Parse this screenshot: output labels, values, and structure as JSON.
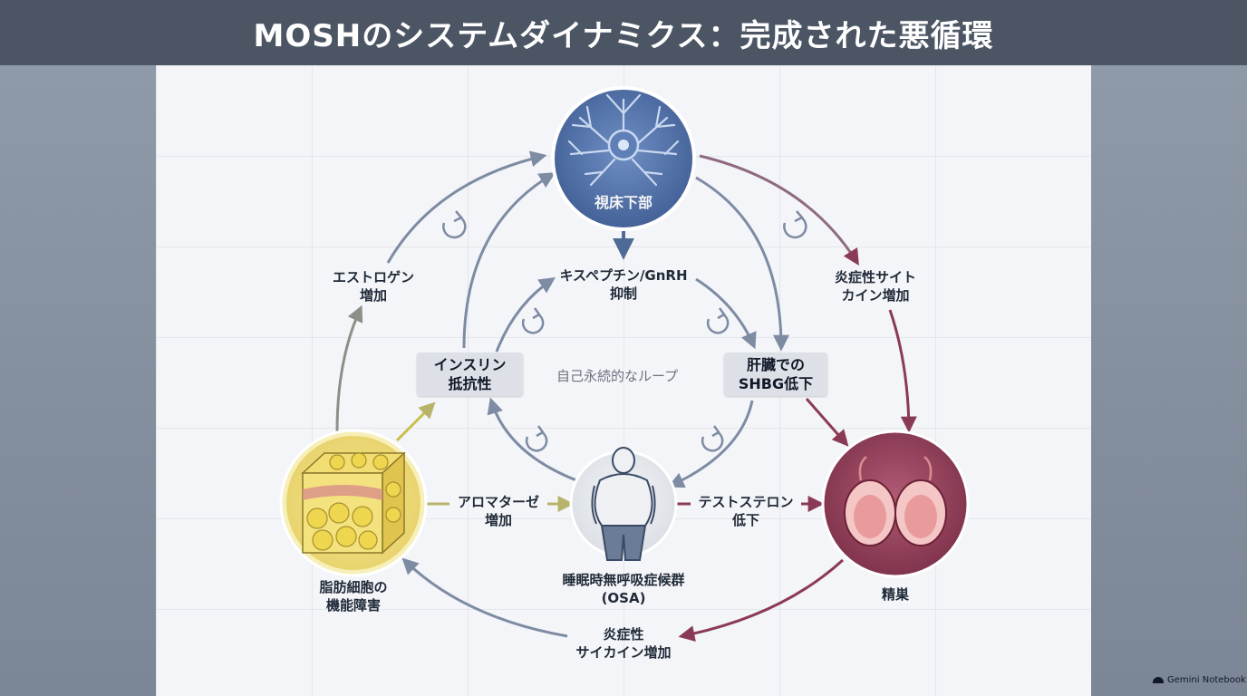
{
  "title": "MOSHのシステムダイナミクス：完成された悪循環",
  "nodes": {
    "hypothalamus": "視床下部",
    "adipocyte": [
      "脂肪細胞の",
      "機能障害"
    ],
    "osa": [
      "睡眠時無呼吸症候群",
      "(OSA)"
    ],
    "testes": "精巣"
  },
  "boxes": {
    "insulin": [
      "インスリン",
      "抵抗性"
    ],
    "shbg": [
      "肝臓での",
      "SHBG低下"
    ]
  },
  "labels": {
    "estrogen": [
      "エストロゲン",
      "増加"
    ],
    "kisspeptin": [
      "キスペプチン/GnRH",
      "抑制"
    ],
    "cytokine_right": [
      "炎症性サイト",
      "カイン増加"
    ],
    "aromatase": [
      "アロマターゼ",
      "増加"
    ],
    "testosterone": [
      "テストステロン",
      "低下"
    ],
    "cytokine_bottom": [
      "炎症性",
      "サイカイン増加"
    ]
  },
  "center_text": "自己永続的なループ",
  "brand": "Gemini Notebook",
  "colors": {
    "blue": "#7d8ba3",
    "gray": "#8a9088",
    "gold": "#b8b36a",
    "maroon": "#8a3a55",
    "title_bg": "#4b5563"
  }
}
